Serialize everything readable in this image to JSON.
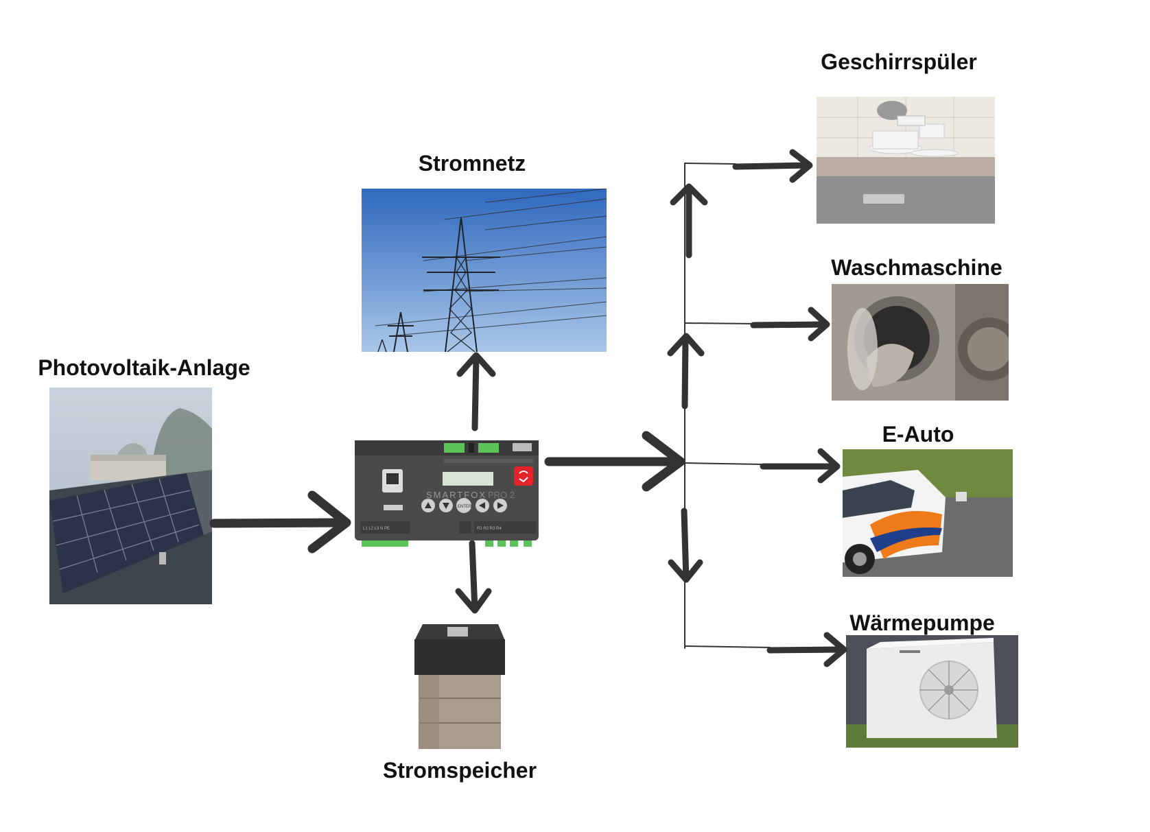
{
  "labels": {
    "pv": "Photovoltaik-Anlage",
    "grid": "Stromnetz",
    "storage": "Stromspeicher",
    "dishwasher": "Geschirrspüler",
    "washer": "Waschmaschine",
    "ev": "E-Auto",
    "heatpump": "Wärmepumpe"
  },
  "device": {
    "brand": "SMARTFOX",
    "model": "PRO 2",
    "enter": "ENTER",
    "terminals": [
      "L1",
      "L2",
      "L3",
      "N",
      "PE"
    ],
    "relays": [
      "R1",
      "R2",
      "R3",
      "R4"
    ]
  },
  "colors": {
    "arrow": "#333333",
    "device_body": "#4a4a4a",
    "device_accent": "#e2232a",
    "terminal_green": "#5cc35a",
    "sky": "#3f76c2"
  }
}
